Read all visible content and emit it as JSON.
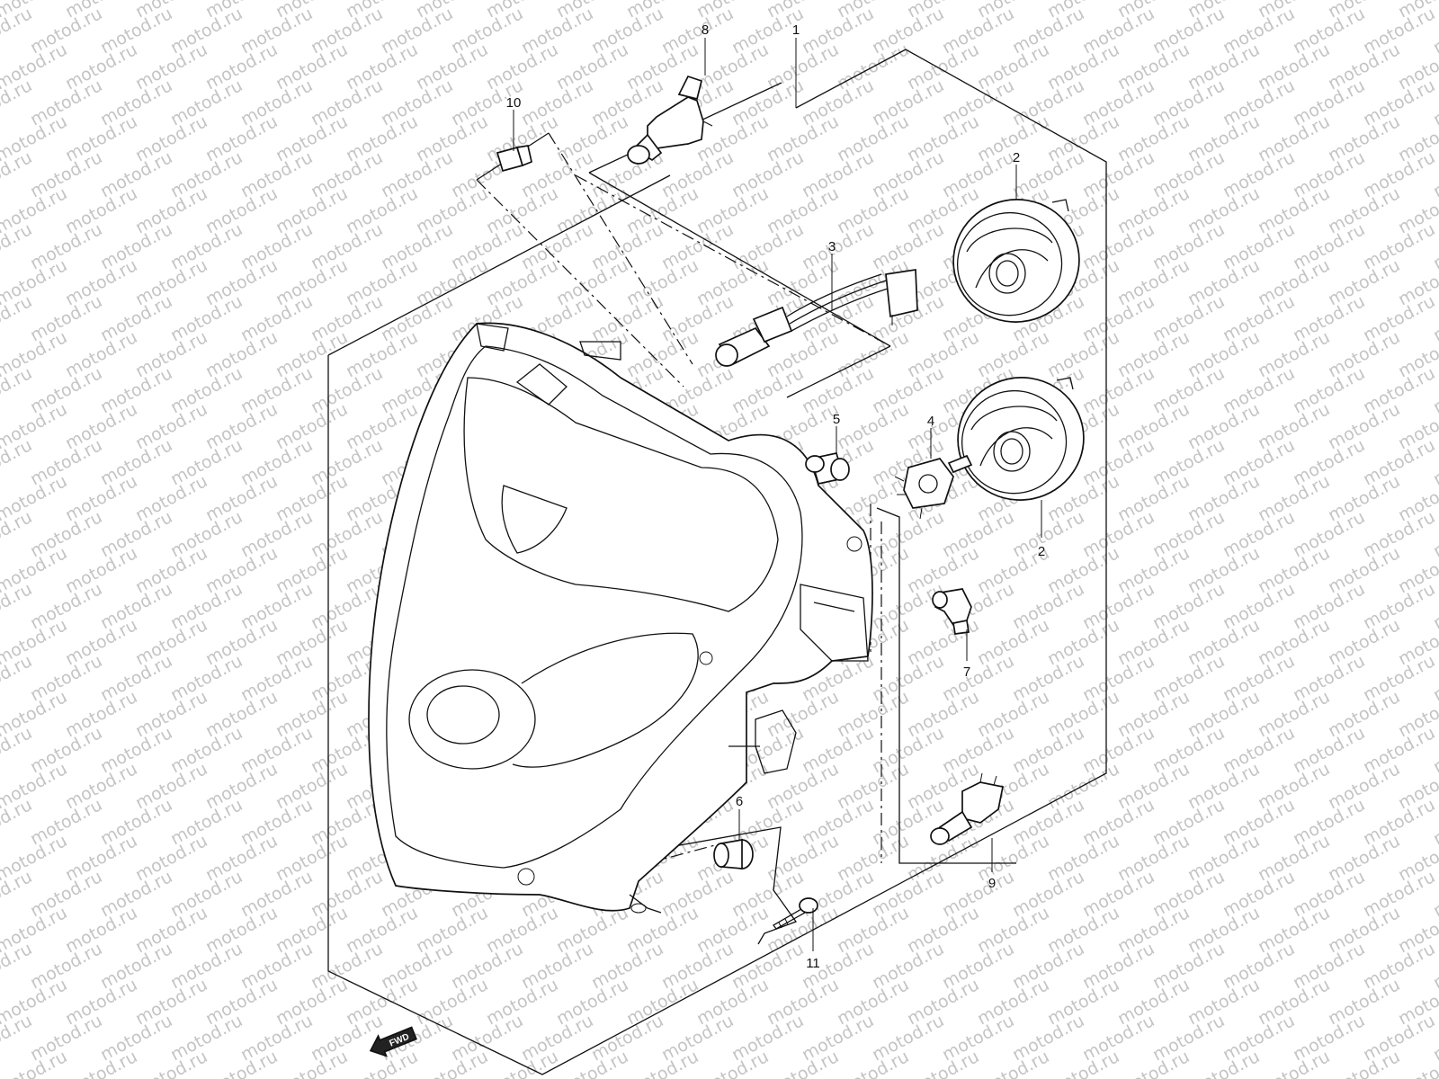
{
  "watermark": {
    "text": "motod.ru",
    "color": "#c4c4c4"
  },
  "fwd_label": "FWD",
  "callouts": {
    "c1": "1",
    "c2a": "2",
    "c2b": "2",
    "c3": "3",
    "c4": "4",
    "c5": "5",
    "c6": "6",
    "c7": "7",
    "c8": "8",
    "c9": "9",
    "c10": "10",
    "c11": "11"
  },
  "icons": {
    "headlight": "headlight-assembly-icon",
    "bulb": "halogen-bulb-icon",
    "socket": "bulb-socket-icon",
    "cover": "rubber-cover-icon",
    "fwd": "forward-arrow-icon"
  }
}
